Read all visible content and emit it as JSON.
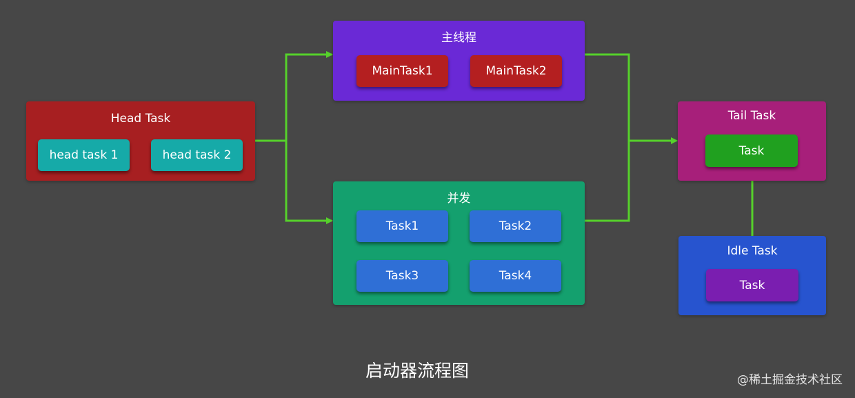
{
  "colors": {
    "background": "#474747",
    "connector": "#56d12b",
    "head_group": "#a71f21",
    "head_task": "#16aaa8",
    "main_group": "#6a29d6",
    "main_task": "#b41f20",
    "concurrent_group": "#14a06e",
    "concurrent_task": "#2f6fd6",
    "tail_group": "#a71f7a",
    "tail_task": "#20a01f",
    "idle_group": "#2754cf",
    "idle_task": "#7a1eb0"
  },
  "head_group": {
    "title": "Head Task",
    "tasks": [
      "head task 1",
      "head task 2"
    ]
  },
  "main_group": {
    "title": "主线程",
    "tasks": [
      "MainTask1",
      "MainTask2"
    ]
  },
  "concurrent_group": {
    "title": "并发",
    "tasks": [
      "Task1",
      "Task2",
      "Task3",
      "Task4"
    ]
  },
  "tail_group": {
    "title": "Tail Task",
    "task": "Task"
  },
  "idle_group": {
    "title": "Idle Task",
    "task": "Task"
  },
  "caption": "启动器流程图",
  "watermark": "@稀土掘金技术社区"
}
